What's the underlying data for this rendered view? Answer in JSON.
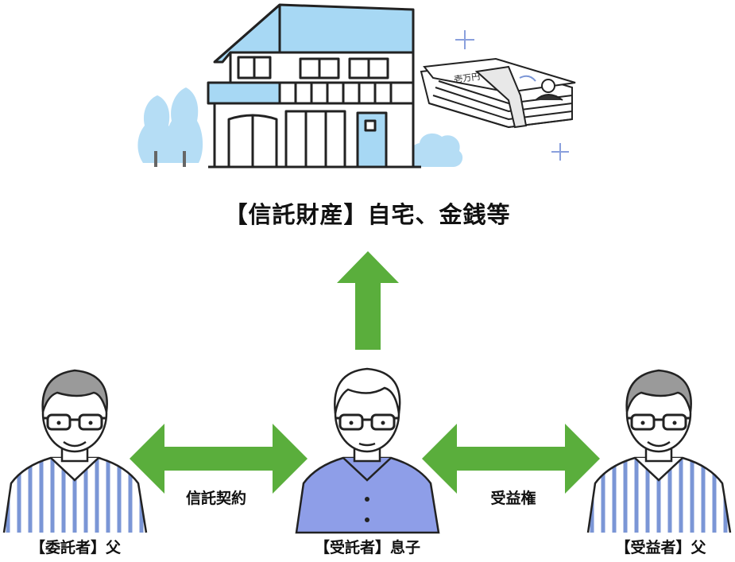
{
  "property": {
    "label": "【信託財産】自宅、金銭等",
    "money_band_text": "壱万円"
  },
  "relations": {
    "trust_contract": "信託契約",
    "beneficial_right": "受益権"
  },
  "people": [
    {
      "role_label": "【委託者】父"
    },
    {
      "role_label": "【受託者】息子"
    },
    {
      "role_label": "【受益者】父"
    }
  ],
  "colors": {
    "arrow_green": "#5aae3c",
    "house_blue": "#a7d8f4",
    "tree_blue": "#b5ddf5",
    "shirt_stripe_blue": "#7b96d6",
    "shirt_solid_blue": "#8e9ee8",
    "hair_gray": "#9a9a9a",
    "line_black": "#222222"
  }
}
